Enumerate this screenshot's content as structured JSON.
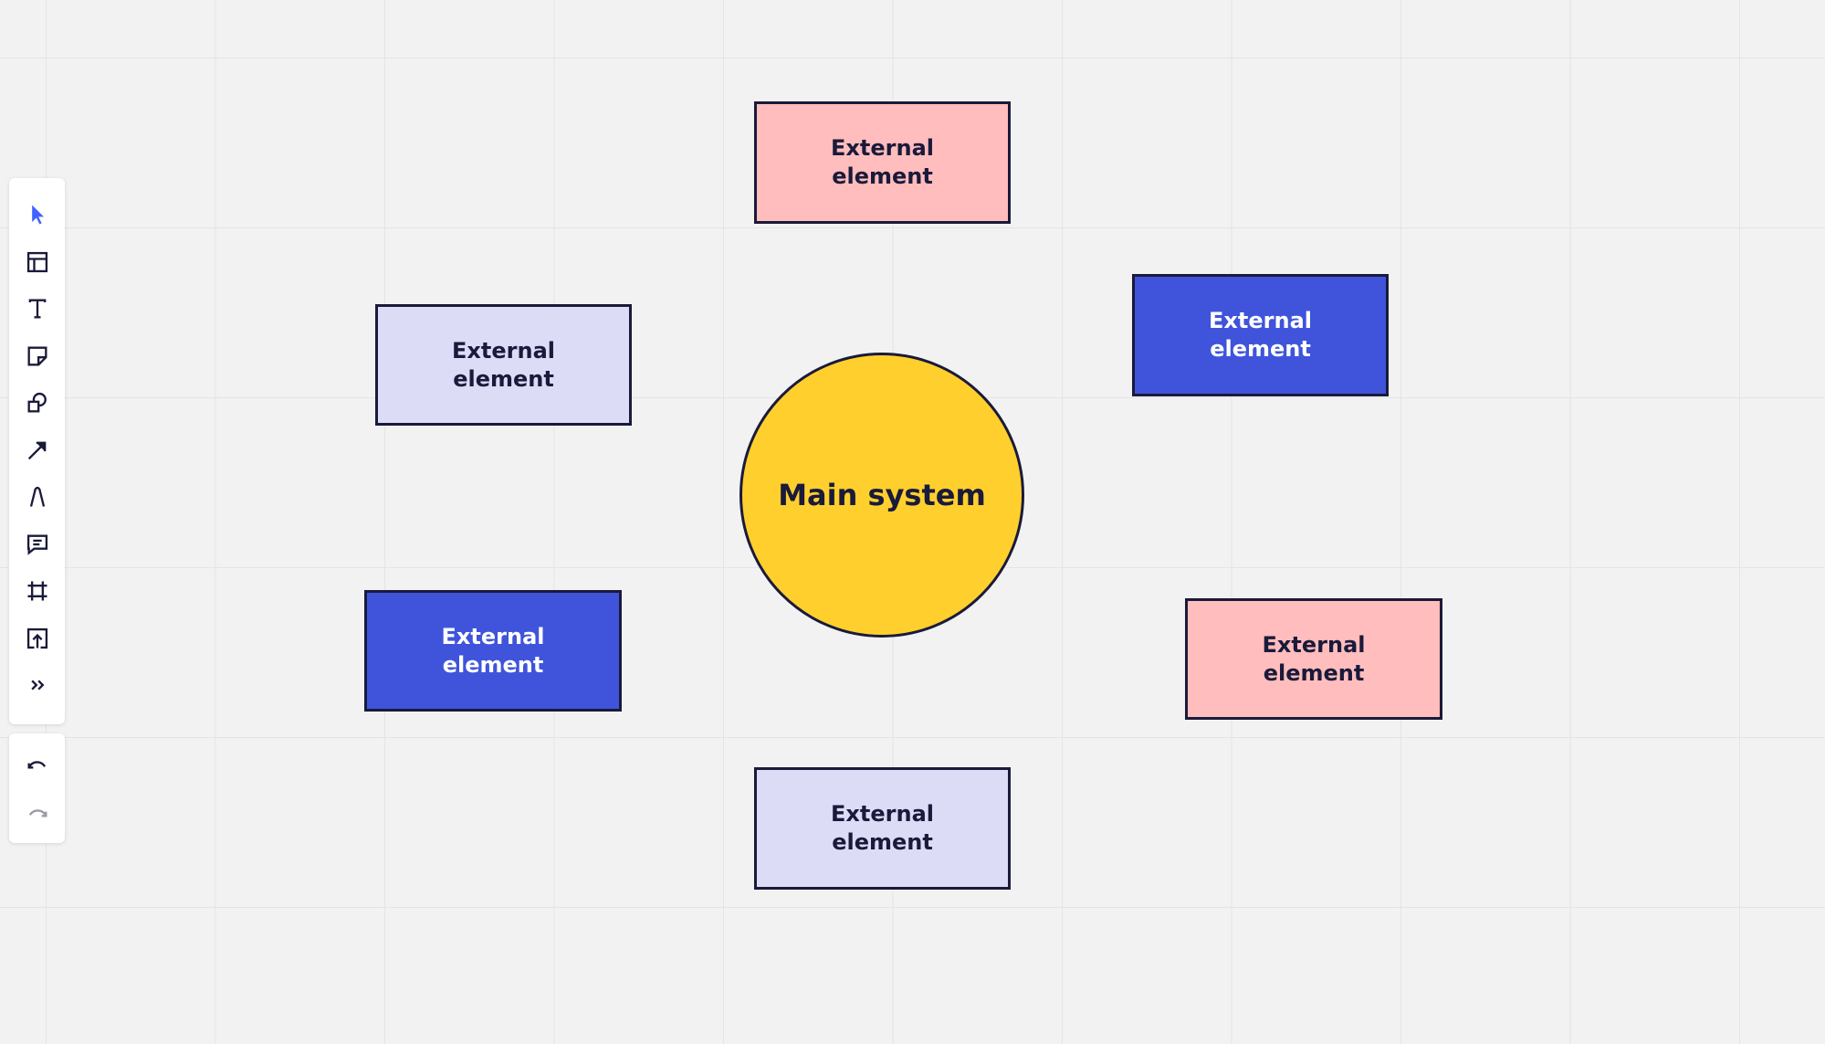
{
  "board": {
    "center_label": "Main system",
    "center_color": "#ffcf2e",
    "outline_color": "#1a1a3a",
    "nodes": [
      {
        "label": "External\nelement",
        "fill": "#ffbdbd",
        "text_color": "#1a1a3a"
      },
      {
        "label": "External\nelement",
        "fill": "#dcdcf7",
        "text_color": "#1a1a3a"
      },
      {
        "label": "External\nelement",
        "fill": "#3f54db",
        "text_color": "#ffffff"
      },
      {
        "label": "External\nelement",
        "fill": "#3f54db",
        "text_color": "#ffffff"
      },
      {
        "label": "External\nelement",
        "fill": "#ffbdbd",
        "text_color": "#1a1a3a"
      },
      {
        "label": "External\nelement",
        "fill": "#dcdcf7",
        "text_color": "#1a1a3a"
      }
    ]
  },
  "toolbar": {
    "tools": [
      "select-icon",
      "templates-icon",
      "text-icon",
      "sticky-note-icon",
      "shapes-icon",
      "connection-line-icon",
      "pen-icon",
      "comment-icon",
      "frame-icon",
      "upload-icon",
      "more-tools-icon"
    ],
    "accent_color": "#4262ff",
    "history": [
      "undo-icon",
      "redo-icon"
    ]
  }
}
